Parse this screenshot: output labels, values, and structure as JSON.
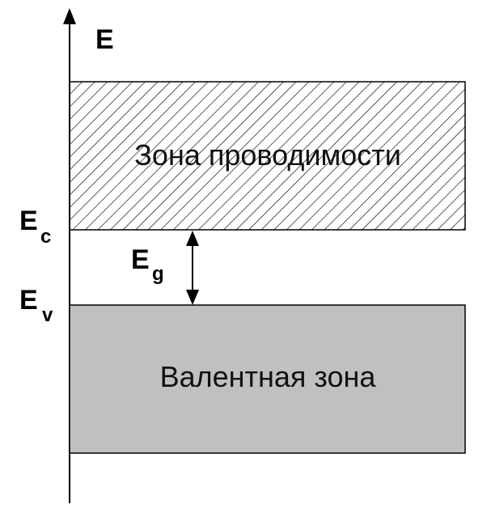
{
  "axis": {
    "label": "E"
  },
  "levels": {
    "conduction": {
      "main": "E",
      "sub": "c"
    },
    "valence": {
      "main": "E",
      "sub": "v"
    },
    "gap": {
      "main": "E",
      "sub": "g"
    }
  },
  "bands": {
    "conduction": {
      "label": "Зона проводимости",
      "pattern": "diagonal-hatch",
      "stroke_color": "#000000"
    },
    "valence": {
      "label": "Валентная зона",
      "fill_color": "#c0c0c0",
      "stroke_color": "#000000"
    }
  },
  "icons": {
    "axis_arrow": "arrow-up-icon",
    "gap_arrow": "double-arrow-vertical-icon"
  }
}
